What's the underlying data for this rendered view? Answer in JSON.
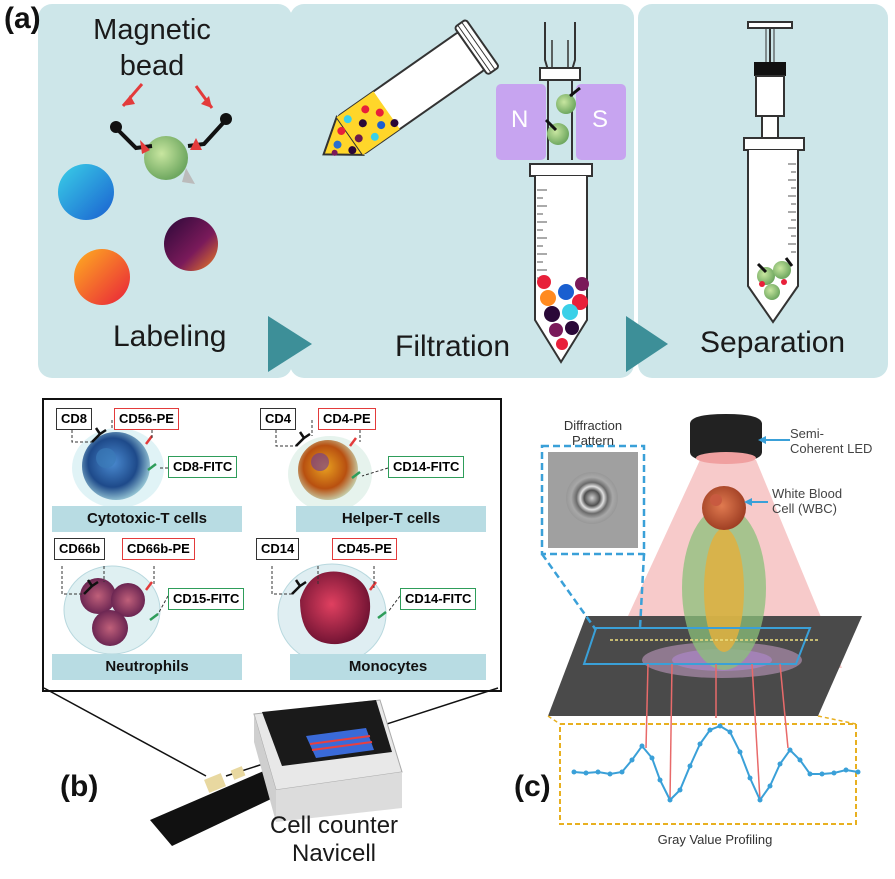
{
  "panel_a": {
    "letter": "(a)",
    "magnetic_bead": "Magnetic bead",
    "magnetic_bead_l1": "Magnetic",
    "magnetic_bead_l2": "bead",
    "labeling": "Labeling",
    "filtration": "Filtration",
    "separation": "Separation",
    "magnet_n": "N",
    "magnet_s": "S"
  },
  "panel_b": {
    "letter": "(b)",
    "cells": [
      {
        "name": "Cytotoxic-T cells",
        "marker": "CD8",
        "pe": "CD56-PE",
        "fitc": "CD8-FITC"
      },
      {
        "name": "Helper-T cells",
        "marker": "CD4",
        "pe": "CD4-PE",
        "fitc": "CD14-FITC"
      },
      {
        "name": "Neutrophils",
        "marker": "CD66b",
        "pe": "CD66b-PE",
        "fitc": "CD15-FITC"
      },
      {
        "name": "Monocytes",
        "marker": "CD14",
        "pe": "CD45-PE",
        "fitc": "CD14-FITC"
      }
    ],
    "device_l1": "Cell counter",
    "device_l2": "Navicell"
  },
  "panel_c": {
    "letter": "(c)",
    "diffraction_l1": "Diffraction",
    "diffraction_l2": "Pattern",
    "led_l1": "Semi-",
    "led_l2": "Coherent LED",
    "wbc_l1": "White Blood",
    "wbc_l2": "Cell (WBC)",
    "profiling": "Gray Value Profiling"
  },
  "colors": {
    "panel_bg": "#cde6e9",
    "arrow_teal": "#3d8f98",
    "light_blue": "#3aa0d8",
    "red_arrow": "#e33b3b"
  }
}
